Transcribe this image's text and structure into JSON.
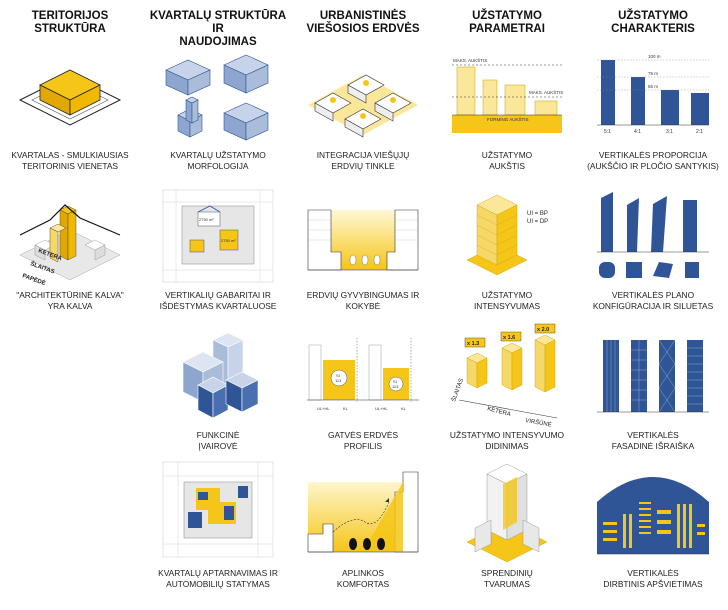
{
  "columns": [
    {
      "title_l1": "TERITORIJOS",
      "title_l2": "STRUKTŪRA"
    },
    {
      "title_l1": "KVARTALŲ STRUKTŪRA IR",
      "title_l2": "NAUDOJIMAS"
    },
    {
      "title_l1": "URBANISTINĖS",
      "title_l2": "VIEŠOSIOS ERDVĖS"
    },
    {
      "title_l1": "UŽSTATYMO",
      "title_l2": "PARAMETRAI"
    },
    {
      "title_l1": "UŽSTATYMO",
      "title_l2": "CHARAKTERIS"
    }
  ],
  "cells": {
    "r1c1": {
      "cap1": "KVARTALAS - SMULKIAUSIAS",
      "cap2": "TERITORINIS VIENETAS"
    },
    "r1c2": {
      "cap1": "KVARTALŲ UŽSTATYMO",
      "cap2": "MORFOLOGIJA"
    },
    "r1c3": {
      "cap1": "INTEGRACIJA VIEŠŲJŲ",
      "cap2": "ERDVIŲ TINKLE"
    },
    "r1c4": {
      "cap1": "UŽSTATYMO",
      "cap2": "AUKŠTIS",
      "labels": [
        "MAKS. AUKŠTIS",
        "MAKS. AUKŠTIS",
        "FORMING AUKŠTIS"
      ]
    },
    "r1c5": {
      "cap1": "VERTIKALĖS PROPORCIJA",
      "cap2": "(AUKŠČIO IR PLOČIO SANTYKIS)",
      "ticks": [
        "5:1",
        "4:1",
        "3:1",
        "2:1"
      ],
      "heights": [
        "100 m",
        "75 m",
        "55 m"
      ]
    },
    "r2c1": {
      "cap1": "\"ARCHITEKTŪRINĖ KALVA\"",
      "cap2": "YRA KALVA",
      "labels": [
        "KETERA",
        "ŠLAITAS",
        "PAPĖDĖ"
      ]
    },
    "r2c2": {
      "cap1": "VERTIKALIŲ GABARITAI IR",
      "cap2": "IŠDĖSTYMAS KVARTALUOSE",
      "labels": [
        "2750 m²",
        "2750 m²"
      ]
    },
    "r2c3": {
      "cap1": "ERDVIŲ GYVYBINGUMAS IR",
      "cap2": "KOKYBĖ"
    },
    "r2c4": {
      "cap1": "UŽSTATYMO",
      "cap2": "INTENSYVUMAS",
      "labels": [
        "UI = BP",
        "UI = DP"
      ]
    },
    "r2c5": {
      "cap1": "VERTIKALĖS PLANO",
      "cap2": "KONFIGŪRACIJA IR SILUETAS"
    },
    "r3c2": {
      "cap1": "FUNKCINĖ",
      "cap2": "ĮVAIROVĖ"
    },
    "r3c3": {
      "cap1": "GATVĖS ERDVĖS",
      "cap2": "PROFILIS",
      "labels": [
        "SI",
        "113",
        "SI",
        "113",
        "UL+HL",
        "KL",
        "UL+HL",
        "KL"
      ]
    },
    "r3c4": {
      "cap1": "UŽSTATYMO INTENSYVUMO",
      "cap2": "DIDINIMAS",
      "labels": [
        "x 1.3",
        "x 1.6",
        "x 2.0",
        "ŠLAITAS",
        "KETERA",
        "VIRŠŪNĖ"
      ]
    },
    "r3c5": {
      "cap1": "VERTIKALĖS",
      "cap2": "FASADINĖ IŠRAIŠKA"
    },
    "r4c2": {
      "cap1": "KVARTALŲ APTARNAVIMAS IR",
      "cap2": "AUTOMOBILIŲ STATYMAS"
    },
    "r4c3": {
      "cap1": "APLINKOS",
      "cap2": "KOMFORTAS"
    },
    "r4c4": {
      "cap1": "SPRENDINIŲ",
      "cap2": "TVARUMAS"
    },
    "r4c5": {
      "cap1": "VERTIKALĖS",
      "cap2": "DIRBTINIS APŠVIETIMAS"
    }
  },
  "colors": {
    "yellow": "#f5c518",
    "lightyellow": "#fbe79a",
    "blue": "#2f5597",
    "lightblue": "#a9bcd9",
    "grey": "#d9d9d9"
  }
}
